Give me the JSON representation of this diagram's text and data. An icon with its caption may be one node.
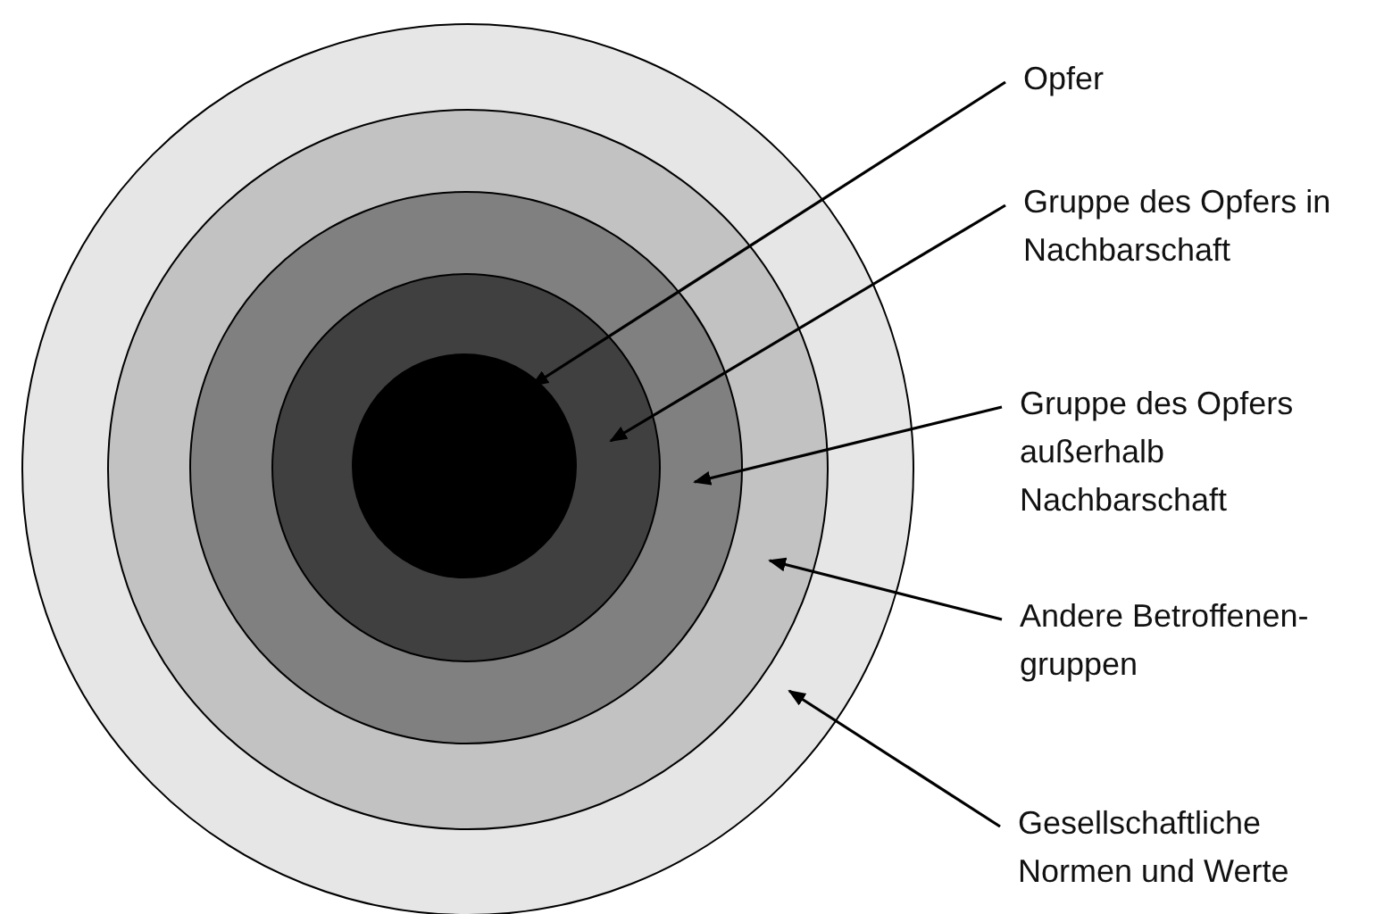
{
  "diagram": {
    "nodes": [
      {
        "text": [],
        "shape": "circle"
      },
      {
        "text": [],
        "shape": "circle",
        "in": 0
      },
      {
        "text": [],
        "shape": "circle",
        "in": 1
      },
      {
        "text": [],
        "shape": "circle",
        "in": 2
      },
      {
        "text": [],
        "shape": "circle",
        "in": 3
      },
      {
        "text": [
          "Opfer"
        ]
      },
      {
        "text": [
          "Gruppe des Opfers in Nachbarschaft"
        ]
      },
      {
        "text": [
          "Gruppe des Opfers außerhalb Nachbarschaft"
        ]
      },
      {
        "text": [
          "Andere Betroffenen-gruppen"
        ]
      },
      {
        "text": [
          "Gesellschaftliche Normen und Werte"
        ]
      }
    ],
    "edges": [
      {
        "from": 5,
        "to": 4,
        "arrow": "to"
      },
      {
        "from": 6,
        "to": 3,
        "arrow": "to"
      },
      {
        "from": 7,
        "to": 2,
        "arrow": "to"
      },
      {
        "from": 8,
        "to": 1,
        "arrow": "to"
      },
      {
        "from": 9,
        "to": 0,
        "arrow": "to"
      }
    ]
  }
}
